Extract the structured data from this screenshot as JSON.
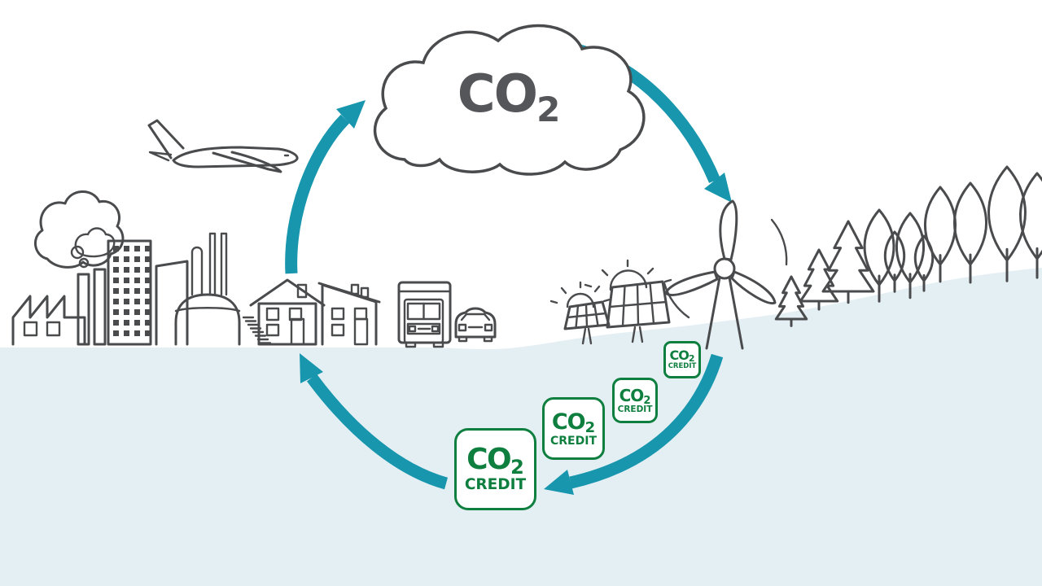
{
  "scene": {
    "description": "Carbon credit cycle illustration",
    "cloud": {
      "gas": "CO",
      "sub": "2"
    },
    "badges": [
      {
        "gas": "CO",
        "sub": "2",
        "label": "CREDIT",
        "size": "small"
      },
      {
        "gas": "CO",
        "sub": "2",
        "label": "CREDIT",
        "size": "medium"
      },
      {
        "gas": "CO",
        "sub": "2",
        "label": "CREDIT",
        "size": "large"
      },
      {
        "gas": "CO",
        "sub": "2",
        "label": "CREDIT",
        "size": "xlarge"
      }
    ],
    "colors": {
      "arrow_teal": "#1796AD",
      "line_gray": "#4A4B4D",
      "co2_text": "#55565A",
      "credit_green": "#0E7F3F",
      "ground_blue": "#E4EFF4",
      "background": "#FFFFFF"
    },
    "icons": [
      "co2-cloud-icon",
      "airplane-icon",
      "factory-icon",
      "smoke-icon",
      "office-building-icon",
      "refinery-icon",
      "house-icon",
      "truck-icon",
      "car-icon",
      "sun-icon",
      "solar-panel-icon",
      "wind-turbine-icon",
      "pine-tree-icon",
      "leaf-tree-icon",
      "cycle-arrow-icon",
      "co2-credit-badge"
    ]
  }
}
